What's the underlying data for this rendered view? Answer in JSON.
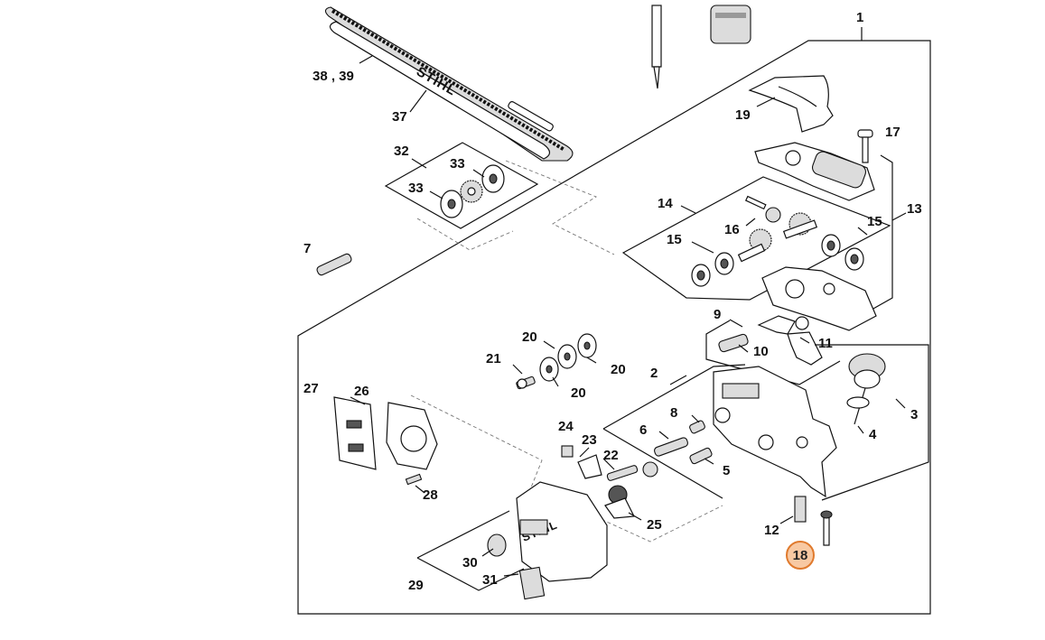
{
  "labels": {
    "l1": "1",
    "l2": "2",
    "l3": "3",
    "l4": "4",
    "l5": "5",
    "l6": "6",
    "l7": "7",
    "l8": "8",
    "l9": "9",
    "l10": "10",
    "l11": "11",
    "l12": "12",
    "l13": "13",
    "l14": "14",
    "l15a": "15",
    "l15b": "15",
    "l16": "16",
    "l17": "17",
    "l18": "18",
    "l19": "19",
    "l20a": "20",
    "l20b": "20",
    "l20c": "20",
    "l21": "21",
    "l22": "22",
    "l23": "23",
    "l24": "24",
    "l25": "25",
    "l26": "26",
    "l27": "27",
    "l28": "28",
    "l29": "29",
    "l30": "30",
    "l31": "31",
    "l32": "32",
    "l33a": "33",
    "l33b": "33",
    "l37": "37",
    "l3839": "38 , 39"
  },
  "brand": "STIHL",
  "highlight": {
    "part": "18",
    "color": "#e07a2d"
  }
}
